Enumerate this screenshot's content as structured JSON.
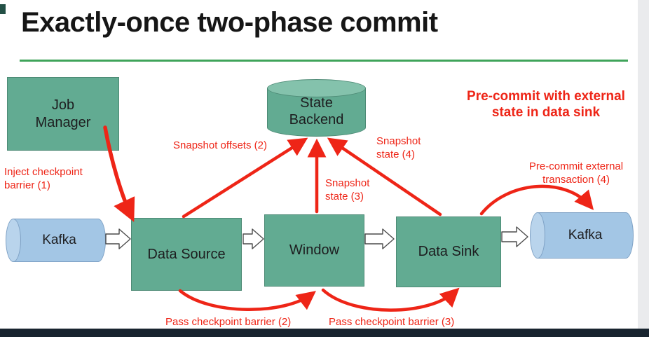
{
  "slide": {
    "title": "Exactly-once two-phase commit",
    "note": "Pre-commit with external\nstate in data sink"
  },
  "nodes": {
    "job_manager": "Job\nManager",
    "state_backend": "State\nBackend",
    "kafka_left": "Kafka",
    "data_source": "Data Source",
    "window": "Window",
    "data_sink": "Data Sink",
    "kafka_right": "Kafka"
  },
  "labels": {
    "inject_barrier": "Inject checkpoint\nbarrier (1)",
    "snapshot_offsets": "Snapshot offsets (2)",
    "snapshot_state_3": "Snapshot\nstate (3)",
    "snapshot_state_4": "Snapshot\nstate (4)",
    "precommit_external": "Pre-commit external\ntransaction (4)",
    "pass_barrier_2": "Pass checkpoint barrier (2)",
    "pass_barrier_3": "Pass checkpoint barrier (3)"
  },
  "colors": {
    "node_fill": "#62ab92",
    "node_border": "#4d8a75",
    "cylinder_top": "#84c2ac",
    "kafka_fill": "#a3c6e5",
    "kafka_cap": "#b9d4ec",
    "kafka_border": "#7da0c4",
    "accent_red": "#ee2517",
    "title_rule_green": "#3fa45a",
    "footer_bar": "#18242f"
  }
}
